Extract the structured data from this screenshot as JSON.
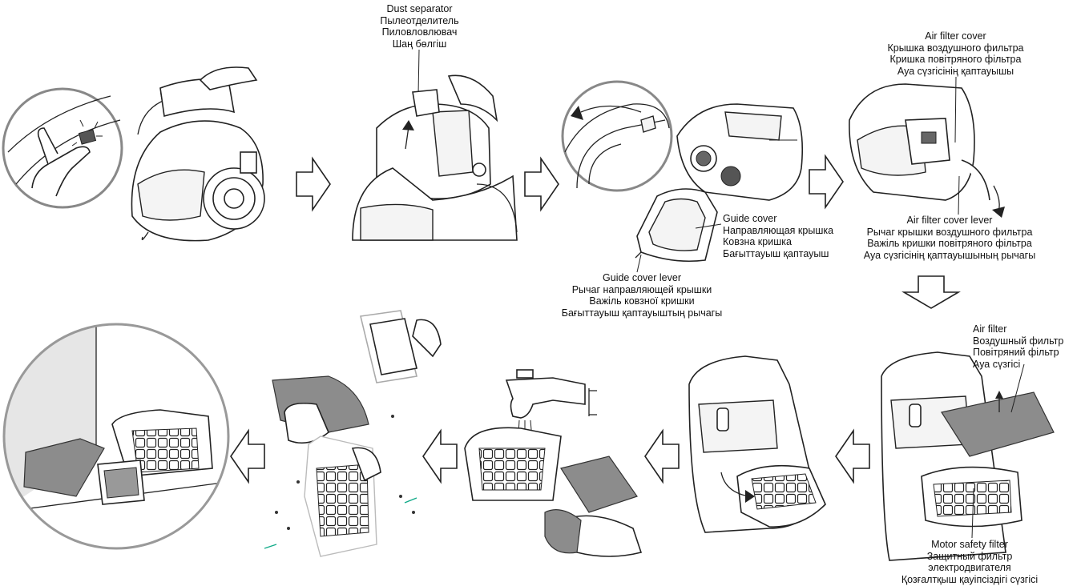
{
  "labels": {
    "dust_separator": [
      "Dust separator",
      "Пылеотделитель",
      "Пиловловлювач",
      "Шаң бөлгіш"
    ],
    "air_filter_cover": [
      "Air filter cover",
      "Крышка воздушного фильтра",
      "Кришка повітряного фільтра",
      "Ауа сүзгісінің қаптауышы"
    ],
    "guide_cover": [
      "Guide cover",
      "Направляющая крышка",
      "Ковзна кришка",
      "Бағыттауыш қаптауыш"
    ],
    "guide_cover_lever": [
      "Guide  cover lever",
      "Рычаг направляющей крышки",
      "Важіль ковзної кришки",
      "Бағыттауыш қаптауыштың рычагы"
    ],
    "air_filter_cover_lever": [
      "Air filter cover lever",
      "Рычаг крышки воздушного фильтра",
      "Важіль кришки повітряного фільтра",
      "Ауа сүзгісінің қаптауышының рычагы"
    ],
    "air_filter": [
      "Air filter",
      "Воздушный фильтр",
      "Повітряний фільтр",
      "Ауа сүзгісі"
    ],
    "motor_safety_filter": [
      "Motor safety filter",
      "Защитный фильтр",
      "электродвигателя",
      "Қозғалтқыш қауіпсіздігі сүзгісі"
    ]
  }
}
